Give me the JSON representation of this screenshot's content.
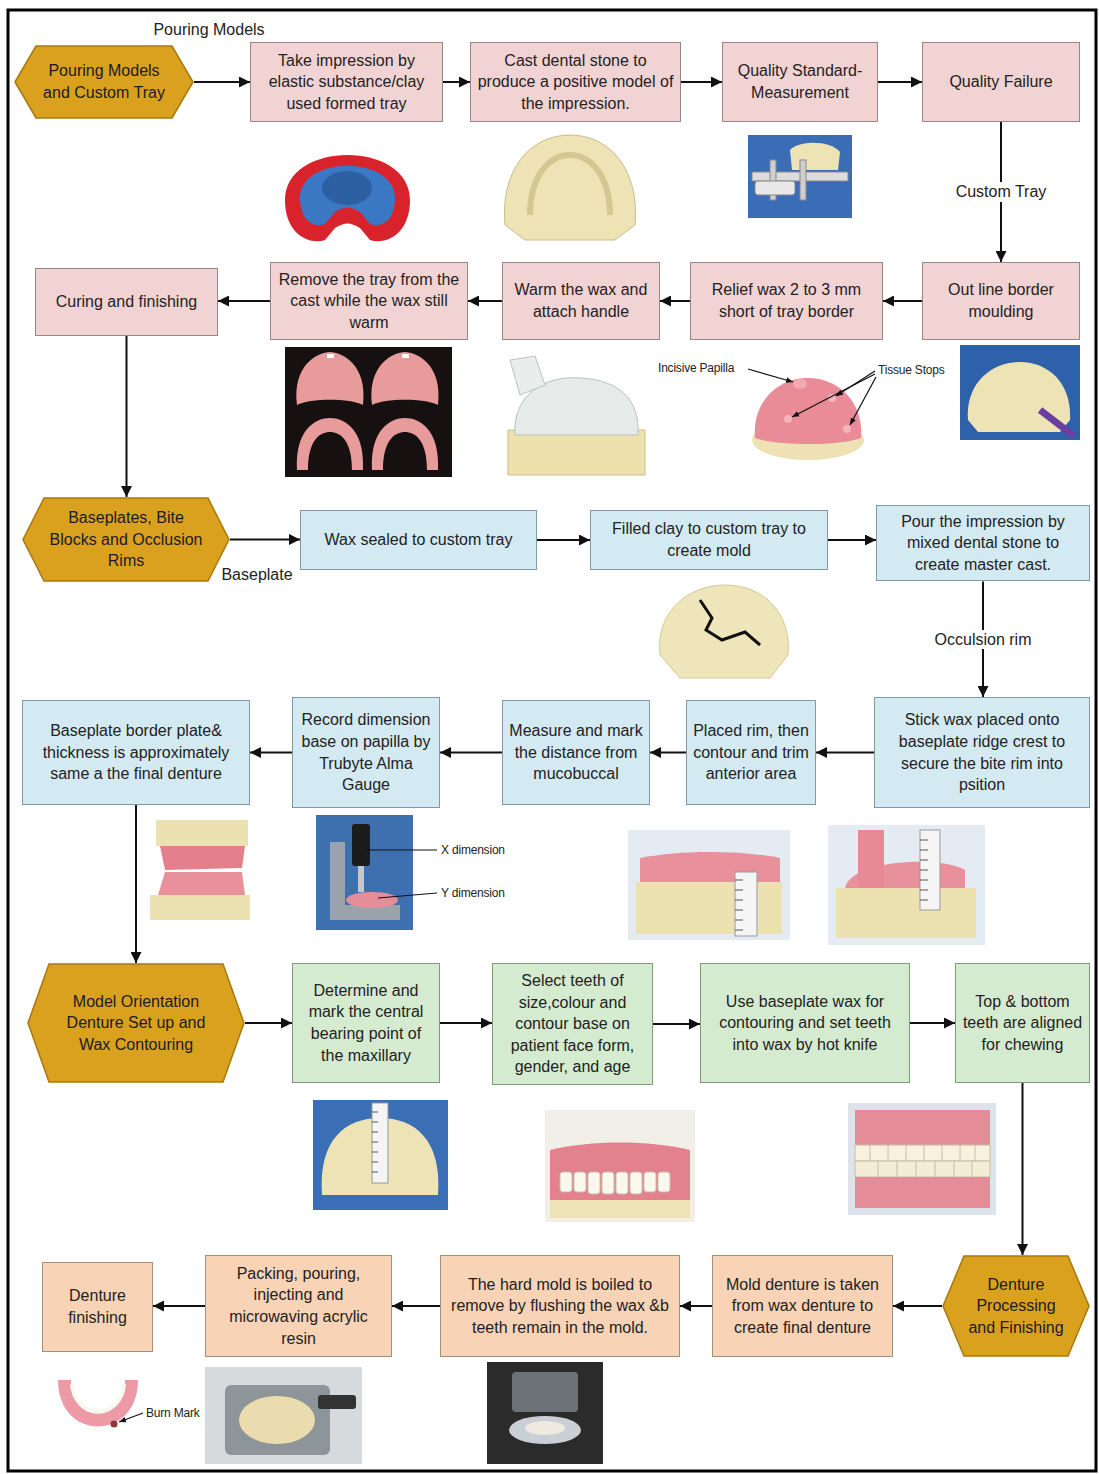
{
  "diagram": {
    "nodes": [
      {
        "text": [
          "Pouring Models and Custom Tray"
        ]
      },
      {
        "text": [
          "Take impression by elastic substance/clay used formed tray"
        ]
      },
      {
        "text": [
          "Cast dental stone to produce a positive model of the impression."
        ]
      },
      {
        "text": [
          "Quality Standard- Measurement"
        ]
      },
      {
        "text": [
          "Quality Failure"
        ]
      },
      {
        "text": [
          "Out line border moulding"
        ]
      },
      {
        "text": [
          "Relief wax 2 to 3 mm short of tray border"
        ]
      },
      {
        "text": [
          "Warm the wax and attach handle"
        ]
      },
      {
        "text": [
          "Remove the tray from the cast while the wax still warm"
        ]
      },
      {
        "text": [
          "Curing and finishing"
        ]
      },
      {
        "text": [
          "Baseplates, Bite Blocks and Occlusion Rims"
        ]
      },
      {
        "text": [
          "Wax sealed to custom tray"
        ]
      },
      {
        "text": [
          "Filled clay to custom tray to create mold"
        ]
      },
      {
        "text": [
          "Pour the impression by mixed dental stone to create master cast."
        ]
      },
      {
        "text": [
          "Stick wax placed onto baseplate ridge crest to secure the bite rim into psition"
        ]
      },
      {
        "text": [
          "Placed rim, then contour and trim anterior area"
        ]
      },
      {
        "text": [
          "Measure and mark the distance from mucobuccal"
        ]
      },
      {
        "text": [
          "Record dimension base on papilla by Trubyte Alma Gauge"
        ]
      },
      {
        "text": [
          "Baseplate border plate& thickness is approximately same a the final denture"
        ]
      },
      {
        "text": [
          "Model Orientation Denture Set up and Wax Contouring"
        ]
      },
      {
        "text": [
          "Determine and mark the central bearing point of the maxillary"
        ]
      },
      {
        "text": [
          "Select teeth of size,colour and contour base on patient face form, gender, and age"
        ]
      },
      {
        "text": [
          "Use baseplate wax for contouring and set teeth into wax by hot knife"
        ]
      },
      {
        "text": [
          "Top & bottom teeth are aligned for chewing"
        ]
      },
      {
        "text": [
          "Denture Processing and Finishing"
        ]
      },
      {
        "text": [
          "Mold denture is taken from wax denture to create final denture"
        ]
      },
      {
        "text": [
          "The hard mold is boiled to remove by flushing the wax &b teeth remain in the mold."
        ]
      },
      {
        "text": [
          "Packing, pouring, injecting and microwaving acrylic resin"
        ]
      },
      {
        "text": [
          "Denture finishing"
        ]
      }
    ],
    "edges": [
      {
        "from": 0,
        "to": 1,
        "label": "Pouring Models",
        "arrow": "to"
      },
      {
        "from": 1,
        "to": 2,
        "arrow": "to"
      },
      {
        "from": 2,
        "to": 3,
        "arrow": "to"
      },
      {
        "from": 3,
        "to": 4,
        "arrow": "to"
      },
      {
        "from": 4,
        "to": 5,
        "label": "Custom Tray",
        "arrow": "to"
      },
      {
        "from": 5,
        "to": 6,
        "arrow": "to"
      },
      {
        "from": 6,
        "to": 7,
        "arrow": "to"
      },
      {
        "from": 7,
        "to": 8,
        "arrow": "to"
      },
      {
        "from": 8,
        "to": 9,
        "arrow": "to"
      },
      {
        "from": 9,
        "to": 10,
        "arrow": "to"
      },
      {
        "from": 10,
        "to": 11,
        "label": "Baseplate",
        "arrow": "to"
      },
      {
        "from": 11,
        "to": 12,
        "arrow": "to"
      },
      {
        "from": 12,
        "to": 13,
        "arrow": "to"
      },
      {
        "from": 13,
        "to": 14,
        "label": "Occulsion rim",
        "arrow": "to"
      },
      {
        "from": 14,
        "to": 15,
        "arrow": "to"
      },
      {
        "from": 15,
        "to": 16,
        "arrow": "to"
      },
      {
        "from": 16,
        "to": 17,
        "arrow": "to"
      },
      {
        "from": 17,
        "to": 18,
        "arrow": "to"
      },
      {
        "from": 18,
        "to": 19,
        "arrow": "to"
      },
      {
        "from": 19,
        "to": 20,
        "arrow": "to"
      },
      {
        "from": 20,
        "to": 21,
        "arrow": "to"
      },
      {
        "from": 21,
        "to": 22,
        "arrow": "to"
      },
      {
        "from": 22,
        "to": 23,
        "arrow": "to"
      },
      {
        "from": 23,
        "to": 24,
        "arrow": "to"
      },
      {
        "from": 24,
        "to": 25,
        "arrow": "to"
      },
      {
        "from": 25,
        "to": 26,
        "arrow": "to"
      },
      {
        "from": 26,
        "to": 27,
        "arrow": "to"
      },
      {
        "from": 27,
        "to": 28,
        "arrow": "to"
      }
    ],
    "labels": [
      "Incisive Papilla",
      "Tissue Stops",
      "X dimension",
      "Y dimension",
      "Burn Mark"
    ]
  }
}
